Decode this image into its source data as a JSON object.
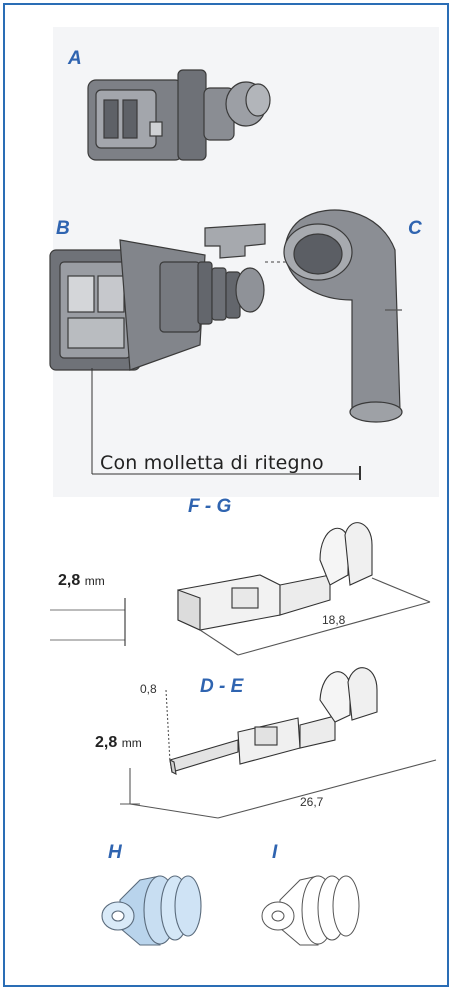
{
  "labels": {
    "a": "A",
    "b": "B",
    "c": "C",
    "fg": "F - G",
    "de": "D - E",
    "h": "H",
    "i": "I"
  },
  "caption": "Con molletta di ritegno",
  "dimensions": {
    "fg_width_value": "2,8",
    "fg_width_unit": "mm",
    "fg_length": "18,8",
    "de_thickness": "0,8",
    "de_width_value": "2,8",
    "de_width_unit": "mm",
    "de_length": "26,7"
  },
  "colors": {
    "frame": "#2a6db5",
    "label": "#2f64b0",
    "seal_h_fill": "#cfe3f5"
  }
}
